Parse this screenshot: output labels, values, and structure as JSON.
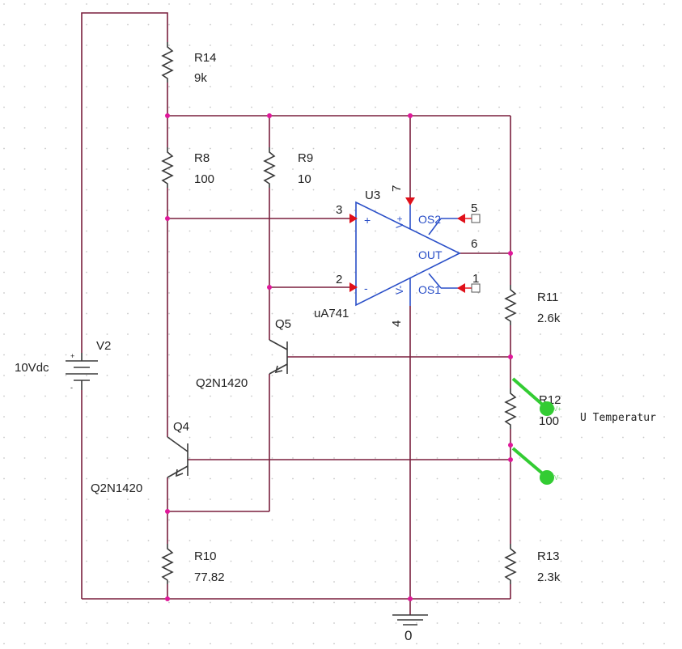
{
  "colors": {
    "wire": "#7a1f3d",
    "junction": "#e0189a",
    "component": "#3a3a3a",
    "opamp": "#2a4fc8",
    "pin_arrow": "#e0101a",
    "probe": "#33cc33",
    "grid_dot": "#c8c8c8"
  },
  "schematic": {
    "supply": {
      "ref": "V2",
      "value": "10Vdc"
    },
    "resistors": [
      {
        "ref": "R14",
        "value": "9k"
      },
      {
        "ref": "R8",
        "value": "100"
      },
      {
        "ref": "R9",
        "value": "10"
      },
      {
        "ref": "R11",
        "value": "2.6k"
      },
      {
        "ref": "R12",
        "value": "100"
      },
      {
        "ref": "R13",
        "value": "2.3k"
      },
      {
        "ref": "R10",
        "value": "77.82"
      }
    ],
    "transistors": [
      {
        "ref": "Q5",
        "model": "Q2N1420"
      },
      {
        "ref": "Q4",
        "model": "Q2N1420"
      }
    ],
    "opamp": {
      "ref": "U3",
      "model": "uA741",
      "plus": "+",
      "minus": "-",
      "vplus_label": "V+",
      "vminus_label": "V-",
      "out_label": "OUT",
      "os2_label": "OS2",
      "os1_label": "OS1",
      "pins": {
        "noninv": "3",
        "inv": "2",
        "out": "6",
        "vplus": "7",
        "vminus": "4",
        "os2": "5",
        "os1": "1"
      }
    },
    "probes": {
      "vplus": "V+",
      "vminus": "V-",
      "measurement_label": "U Temperatur"
    },
    "ground": {
      "label": "0"
    }
  }
}
